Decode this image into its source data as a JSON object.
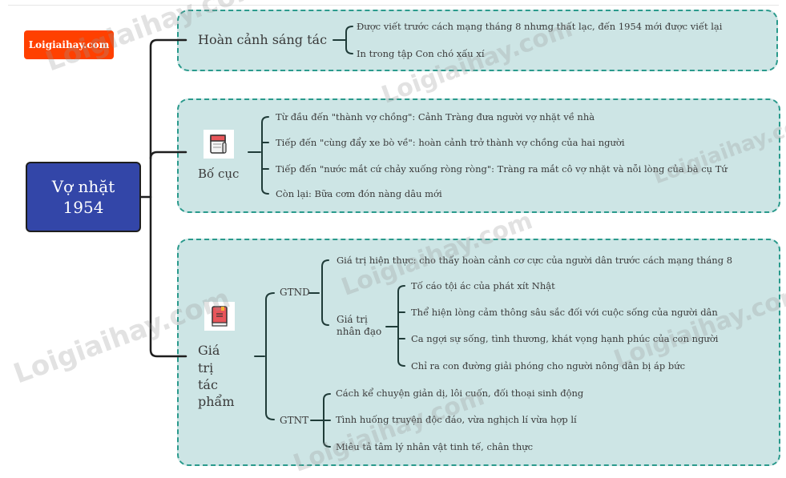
{
  "brand": {
    "label": "Loigiaihay.com",
    "color": "#ff4000"
  },
  "root": {
    "line1": "Vợ nhặt",
    "line2": "1954",
    "color": "#3346a8"
  },
  "panel_border_color": "#2a9a8c",
  "panel_bg_color": "#cde5e5",
  "branches": {
    "hoan_canh": {
      "title": "Hoàn cảnh sáng tác",
      "items": [
        "Được viết trước cách mạng tháng 8 nhưng thất lạc, đến 1954 mới được viết lại",
        "In trong tập Con chó xấu xí"
      ]
    },
    "bo_cuc": {
      "title": "Bố cục",
      "icon": "notebook-icon",
      "items": [
        "Từ đầu đến \"thành vợ chồng\": Cảnh Tràng đưa người vợ nhặt về nhà",
        "Tiếp đến \"cùng đẩy xe bò về\": hoàn cảnh trở thành vợ chồng của hai người",
        "Tiếp đến \"nước mắt cứ chảy xuống ròng ròng\": Tràng ra mắt cô vợ nhặt và nỗi lòng của bà cụ Tứ",
        "Còn lại: Bữa cơm đón nàng dâu mới"
      ]
    },
    "gia_tri": {
      "title_lines": [
        "Giá",
        "trị",
        "tác",
        "phẩm"
      ],
      "icon": "book-icon",
      "gtnd": {
        "label": "GTND",
        "hien_thuc": "Giá trị hiện thực: cho thấy hoàn cảnh cơ cực của người dân trước cách mạng tháng 8",
        "nhan_dao_label_1": "Giá trị",
        "nhan_dao_label_2": "nhân đạo",
        "nhan_dao_items": [
          "Tố cáo tội ác của phát xít Nhật",
          "Thể hiện lòng cảm thông sâu sắc đối với cuộc sống của người dân",
          "Ca ngợi sự sống, tình thương, khát vọng hạnh phúc của con người",
          "Chỉ ra con đường giải phóng cho người nông dân bị áp bức"
        ]
      },
      "gtnt": {
        "label": "GTNT",
        "items": [
          "Cách kể chuyện giản dị, lôi cuốn, đối thoại sinh động",
          "Tình huống truyện độc đáo, vừa nghịch lí vừa hợp lí",
          "Miêu tả tâm lý nhân vật tinh tế, chân thực"
        ]
      }
    }
  },
  "watermark": "Loigiaihay.com"
}
